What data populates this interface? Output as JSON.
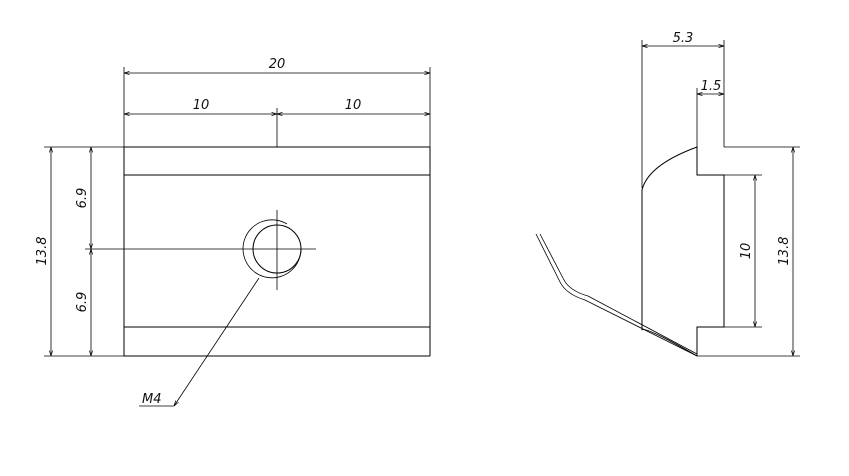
{
  "drawing": {
    "front_view": {
      "overall_width": "20",
      "left_half": "10",
      "right_half": "10",
      "overall_height": "13.8",
      "upper_half": "6.9",
      "lower_half": "6.9",
      "thread_callout": "M4"
    },
    "side_view": {
      "depth": "5.3",
      "lip": "1.5",
      "inner_height": "10",
      "overall_height": "13.8"
    }
  }
}
